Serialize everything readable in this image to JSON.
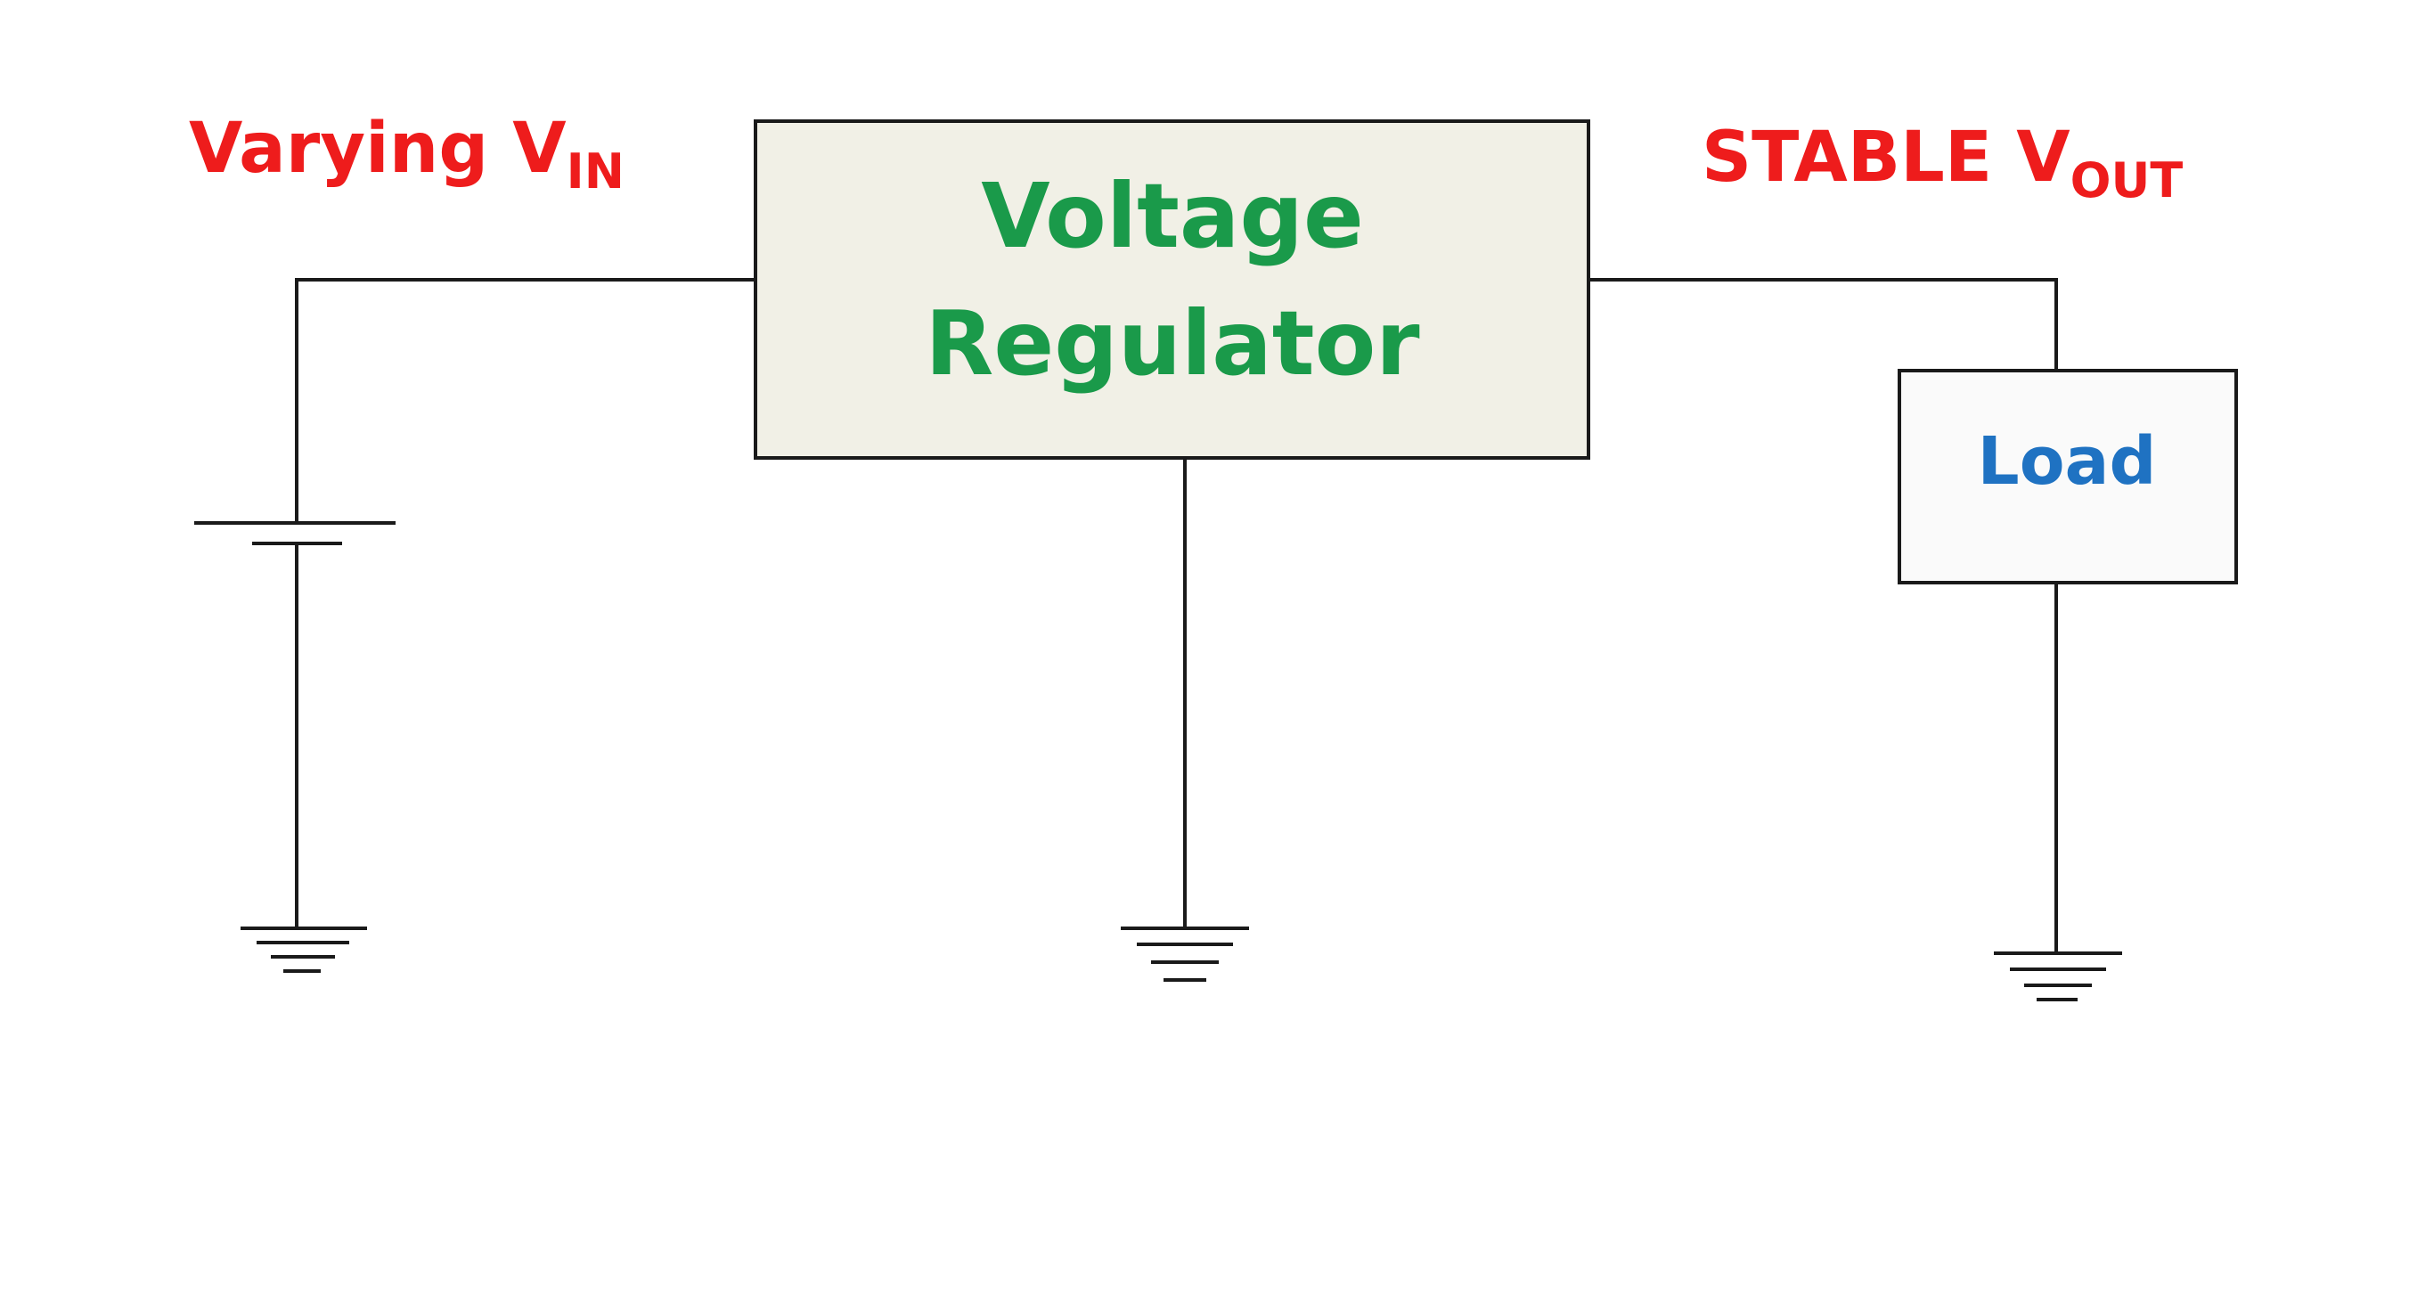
{
  "input_label": {
    "main": "Varying V",
    "subscript": "IN"
  },
  "output_label": {
    "main": "STABLE V",
    "subscript": "OUT"
  },
  "regulator": {
    "line1": "Voltage",
    "line2": "Regulator"
  },
  "load": {
    "label": "Load"
  },
  "colors": {
    "label_color": "#ee1c1c",
    "regulator_text": "#1a9a4a",
    "regulator_fill": "#f1f0e6",
    "load_text": "#1f72c2",
    "load_fill": "#fafafa",
    "wire": "#1a1a1a"
  }
}
